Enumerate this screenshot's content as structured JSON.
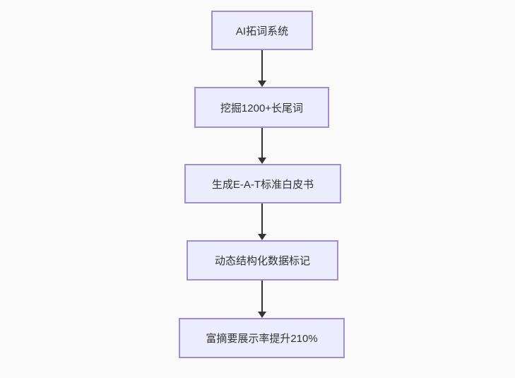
{
  "diagram": {
    "type": "flowchart",
    "direction": "top-down",
    "nodes": [
      {
        "id": "n1",
        "label": "AI拓词系统"
      },
      {
        "id": "n2",
        "label": "挖掘1200+长尾词"
      },
      {
        "id": "n3",
        "label": "生成E-A-T标准白皮书"
      },
      {
        "id": "n4",
        "label": "动态结构化数据标记"
      },
      {
        "id": "n5",
        "label": "富摘要展示率提升210%"
      }
    ],
    "edges": [
      {
        "from": "n1",
        "to": "n2",
        "style": "solid-arrow"
      },
      {
        "from": "n2",
        "to": "n3",
        "style": "solid-arrow"
      },
      {
        "from": "n3",
        "to": "n4",
        "style": "solid-arrow"
      },
      {
        "from": "n4",
        "to": "n5",
        "style": "solid-arrow"
      }
    ]
  },
  "colors": {
    "node_fill": "#ECECFF",
    "node_border": "#9F8ED7",
    "edge_line": "#333333",
    "node_text": "#333333",
    "background": "#FAFAFA"
  }
}
